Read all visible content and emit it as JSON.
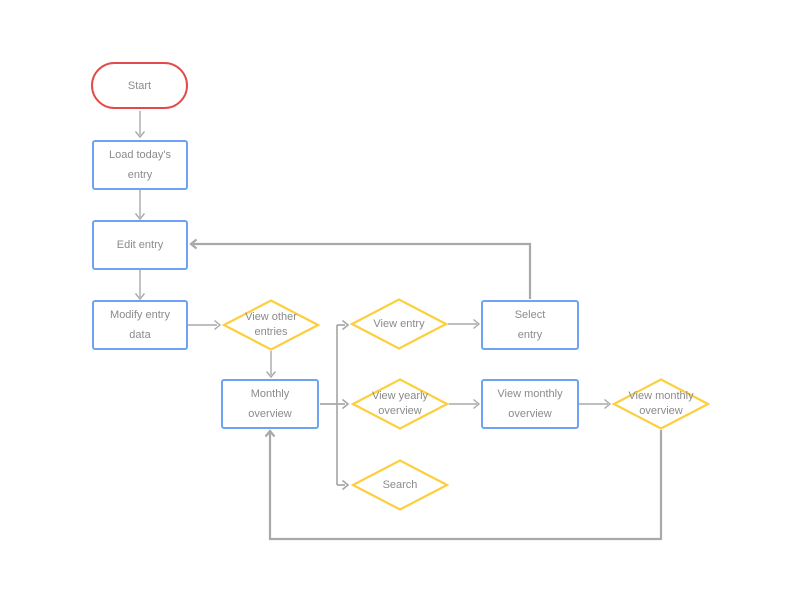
{
  "colors": {
    "background": "#ffffff",
    "terminator_border": "#e24b4b",
    "process_border": "#6ea3f4",
    "decision_border": "#fccf3f",
    "connector": "#a9a9a9",
    "text": "#8b8b8b"
  },
  "nodes": {
    "start": {
      "label": "Start",
      "shape": "terminator"
    },
    "load_todays_entry": {
      "label": "Load today's entry",
      "shape": "process"
    },
    "edit_entry": {
      "label": "Edit entry",
      "shape": "process"
    },
    "modify_entry_data": {
      "label": "Modify entry data",
      "shape": "process"
    },
    "view_other_entries": {
      "label": "View other entries",
      "shape": "decision"
    },
    "view_entry": {
      "label": "View entry",
      "shape": "decision"
    },
    "select_entry": {
      "label": "Select entry",
      "shape": "process"
    },
    "monthly_overview": {
      "label": "Monthly overview",
      "shape": "process"
    },
    "view_yearly_overview": {
      "label": "View yearly overview",
      "shape": "decision"
    },
    "view_monthly_overview": {
      "label": "View monthly overview",
      "shape": "process"
    },
    "view_monthly_overview_decision": {
      "label": "View monthly overview",
      "shape": "decision"
    },
    "search": {
      "label": "Search",
      "shape": "decision"
    }
  }
}
